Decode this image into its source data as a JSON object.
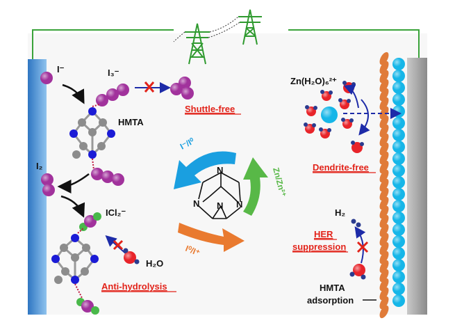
{
  "colors": {
    "wire": "#3aa33a",
    "electrode_left": "#4a8fd6",
    "zinc_sphere": "#16b6e8",
    "hmta_layer": "#e07b39",
    "iodine": "#a1329c",
    "chlorine": "#49b84a",
    "carbon": "#8c8c8c",
    "nitrogen": "#1b1bd6",
    "oxygen": "#e8242a",
    "hydrogen": "#2a3b8f",
    "arrow_blue": "#1a9fe0",
    "arrow_green": "#58b847",
    "arrow_orange": "#e97a2f",
    "cross": "#e2231a",
    "label_red": "#e2231a"
  },
  "icons": [
    "power-tower-icon",
    "power-tower-icon",
    "cross-mark-icon"
  ],
  "labels": {
    "iodide": "I⁻",
    "triiodide": "I₃⁻",
    "shuttle_free": "Shuttle-free",
    "hmta": "HMTA",
    "iodine": "I₂",
    "icl2": "ICl₂⁻",
    "water": "H₂O",
    "anti_hydrolysis": "Anti-hydrolysis",
    "zinc_hydrate": "Zn(H₂O)₆²⁺",
    "dendrite_free": "Dendrite-free",
    "hydrogen": "H₂",
    "her_line1": "HER",
    "her_line2": "suppression",
    "hmta_adsorption_line1": "HMTA",
    "hmta_adsorption_line2": "adsorption",
    "cycle_iodide": "I⁻/I⁰",
    "cycle_zinc": "Zn/Zn²⁺",
    "cycle_iodine": "I⁰/I⁺",
    "hmta_n": "N"
  }
}
